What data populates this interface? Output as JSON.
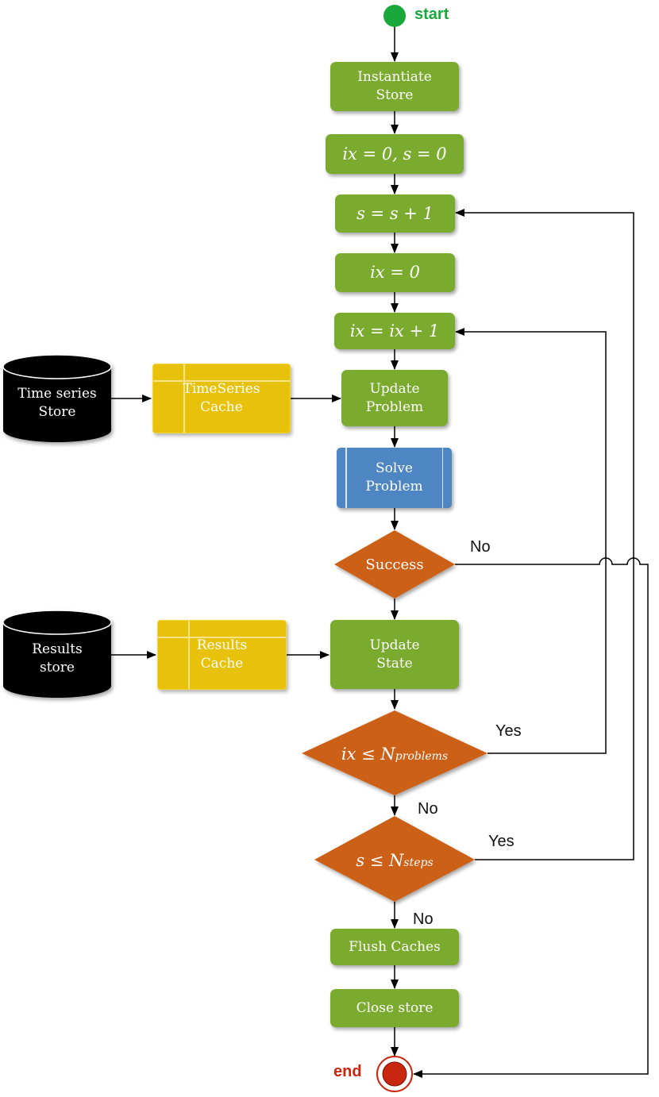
{
  "start": {
    "label": "start",
    "color": "#1aa83a"
  },
  "end": {
    "label": "end",
    "color": "#c8260f"
  },
  "nodes": {
    "instantiate_store": "Instantiate\nStore",
    "init_counters": "ix = 0, s = 0",
    "increment_s": "s = s + 1",
    "reset_ix": "ix = 0",
    "increment_ix": "ix = ix + 1",
    "update_problem": "Update\nProblem",
    "solve_problem": "Solve\nProblem",
    "success": "Success",
    "update_state": "Update\nState",
    "check_problems": "ix ≤ N",
    "check_problems_sub": "problems",
    "check_steps": "s ≤ N",
    "check_steps_sub": "steps",
    "flush_caches": "Flush Caches",
    "close_store": "Close store"
  },
  "stores": {
    "time_series_store": "Time series\nStore",
    "results_store": "Results\nstore"
  },
  "caches": {
    "timeseries_cache": "TimeSeries\nCache",
    "results_cache": "Results\nCache"
  },
  "edge_labels": {
    "success_no": "No",
    "problems_yes": "Yes",
    "problems_no": "No",
    "steps_yes": "Yes",
    "steps_no": "No"
  },
  "colors": {
    "process": "#7aab2f",
    "solver": "#4d86c2",
    "cache": "#e8c20a",
    "decision": "#cc6118",
    "store": "#000000"
  }
}
